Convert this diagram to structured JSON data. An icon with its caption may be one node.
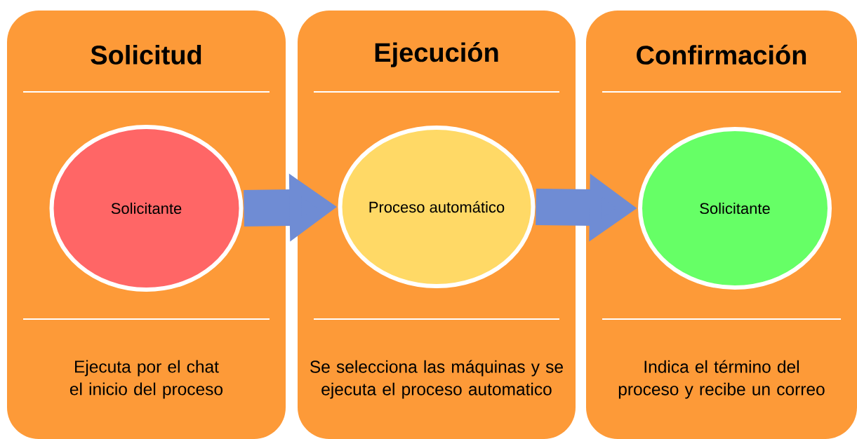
{
  "diagram": {
    "nodes": [
      {
        "text": [
          "Solicitud",
          "Ejecuta por el chat el inicio del proceso"
        ]
      },
      {
        "text": [
          "Solicitante"
        ],
        "in": 0
      },
      {
        "text": [
          "Ejecución",
          "Se selecciona las máquinas y se ejecuta el proceso automatico"
        ]
      },
      {
        "text": [
          "Proceso automático"
        ],
        "in": 2
      },
      {
        "text": [
          "Confirmación",
          "Indica el término del proceso y recibe un correo"
        ]
      },
      {
        "text": [
          "Solicitante"
        ],
        "in": 4
      }
    ],
    "edges": [
      {
        "from": 1,
        "to": 3,
        "arrow": "to"
      },
      {
        "from": 3,
        "to": 5,
        "arrow": "to"
      }
    ]
  }
}
